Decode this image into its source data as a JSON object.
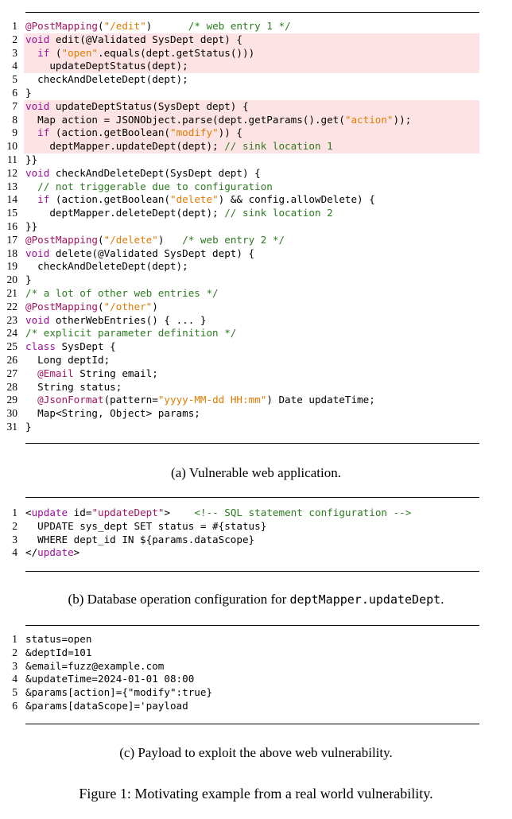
{
  "listing_a": [
    {
      "n": "1",
      "hl": false,
      "segs": [
        [
          "an",
          "@PostMapping"
        ],
        [
          "",
          "("
        ],
        [
          "str",
          "\"/edit\""
        ],
        [
          "",
          ")      "
        ],
        [
          "cm",
          "/* web entry 1 */"
        ]
      ]
    },
    {
      "n": "2",
      "hl": true,
      "segs": [
        [
          "kw",
          "void"
        ],
        [
          "",
          " edit(@Validated SysDept dept) {"
        ]
      ]
    },
    {
      "n": "3",
      "hl": true,
      "segs": [
        [
          "",
          "  "
        ],
        [
          "kw",
          "if"
        ],
        [
          "",
          " ("
        ],
        [
          "str",
          "\"open\""
        ],
        [
          "",
          ".equals(dept.getStatus()))"
        ]
      ]
    },
    {
      "n": "4",
      "hl": true,
      "segs": [
        [
          "",
          "    updateDeptStatus(dept);"
        ]
      ]
    },
    {
      "n": "5",
      "hl": false,
      "segs": [
        [
          "",
          "  checkAndDeleteDept(dept);"
        ]
      ]
    },
    {
      "n": "6",
      "hl": false,
      "segs": [
        [
          "",
          "}"
        ]
      ]
    },
    {
      "n": "7",
      "hl": true,
      "segs": [
        [
          "kw",
          "void"
        ],
        [
          "",
          " updateDeptStatus(SysDept dept) {"
        ]
      ]
    },
    {
      "n": "8",
      "hl": true,
      "segs": [
        [
          "",
          "  Map action = JSONObject.parse(dept.getParams().get("
        ],
        [
          "str",
          "\"action\""
        ],
        [
          "",
          "));"
        ]
      ]
    },
    {
      "n": "9",
      "hl": true,
      "segs": [
        [
          "",
          "  "
        ],
        [
          "kw",
          "if"
        ],
        [
          "",
          " (action.getBoolean("
        ],
        [
          "str",
          "\"modify\""
        ],
        [
          "",
          ")) {"
        ]
      ]
    },
    {
      "n": "10",
      "hl": true,
      "segs": [
        [
          "",
          "    deptMapper.updateDept(dept); "
        ],
        [
          "cm",
          "// sink location 1"
        ]
      ]
    },
    {
      "n": "11",
      "hl": false,
      "segs": [
        [
          "",
          "}}"
        ]
      ]
    },
    {
      "n": "12",
      "hl": false,
      "segs": [
        [
          "kw",
          "void"
        ],
        [
          "",
          " checkAndDeleteDept(SysDept dept) {"
        ]
      ]
    },
    {
      "n": "13",
      "hl": false,
      "segs": [
        [
          "",
          "  "
        ],
        [
          "cm",
          "// not triggerable due to configuration"
        ]
      ]
    },
    {
      "n": "14",
      "hl": false,
      "segs": [
        [
          "",
          "  "
        ],
        [
          "kw",
          "if"
        ],
        [
          "",
          " (action.getBoolean("
        ],
        [
          "str",
          "\"delete\""
        ],
        [
          "",
          ") && config.allowDelete) {"
        ]
      ]
    },
    {
      "n": "15",
      "hl": false,
      "segs": [
        [
          "",
          "    deptMapper.deleteDept(dept); "
        ],
        [
          "cm",
          "// sink location 2"
        ]
      ]
    },
    {
      "n": "16",
      "hl": false,
      "segs": [
        [
          "",
          "}}"
        ]
      ]
    },
    {
      "n": "17",
      "hl": false,
      "segs": [
        [
          "an",
          "@PostMapping"
        ],
        [
          "",
          "("
        ],
        [
          "str",
          "\"/delete\""
        ],
        [
          "",
          ")   "
        ],
        [
          "cm",
          "/* web entry 2 */"
        ]
      ]
    },
    {
      "n": "18",
      "hl": false,
      "segs": [
        [
          "kw",
          "void"
        ],
        [
          "",
          " delete(@Validated SysDept dept) {"
        ]
      ]
    },
    {
      "n": "19",
      "hl": false,
      "segs": [
        [
          "",
          "  checkAndDeleteDept(dept);"
        ]
      ]
    },
    {
      "n": "20",
      "hl": false,
      "segs": [
        [
          "",
          "}"
        ]
      ]
    },
    {
      "n": "21",
      "hl": false,
      "segs": [
        [
          "cm",
          "/* a lot of other web entries */"
        ]
      ]
    },
    {
      "n": "22",
      "hl": false,
      "segs": [
        [
          "an",
          "@PostMapping"
        ],
        [
          "",
          "("
        ],
        [
          "str",
          "\"/other\""
        ],
        [
          "",
          ")"
        ]
      ]
    },
    {
      "n": "23",
      "hl": false,
      "segs": [
        [
          "kw",
          "void"
        ],
        [
          "",
          " otherWebEntries() { ... }"
        ]
      ]
    },
    {
      "n": "24",
      "hl": false,
      "segs": [
        [
          "cm",
          "/* explicit parameter definition */"
        ]
      ]
    },
    {
      "n": "25",
      "hl": false,
      "segs": [
        [
          "kw",
          "class"
        ],
        [
          "",
          " SysDept {"
        ]
      ]
    },
    {
      "n": "26",
      "hl": false,
      "segs": [
        [
          "",
          "  Long deptId;"
        ]
      ]
    },
    {
      "n": "27",
      "hl": false,
      "segs": [
        [
          "",
          "  "
        ],
        [
          "an",
          "@Email"
        ],
        [
          "",
          " String email;"
        ]
      ]
    },
    {
      "n": "28",
      "hl": false,
      "segs": [
        [
          "",
          "  String status;"
        ]
      ]
    },
    {
      "n": "29",
      "hl": false,
      "segs": [
        [
          "",
          "  "
        ],
        [
          "an",
          "@JsonFormat"
        ],
        [
          "",
          "(pattern="
        ],
        [
          "str",
          "\"yyyy-MM-dd HH:mm\""
        ],
        [
          "",
          ") Date updateTime;"
        ]
      ]
    },
    {
      "n": "30",
      "hl": false,
      "segs": [
        [
          "",
          "  Map<String, Object> params;"
        ]
      ]
    },
    {
      "n": "31",
      "hl": false,
      "segs": [
        [
          "",
          "}"
        ]
      ]
    }
  ],
  "caption_a": "(a) Vulnerable web application.",
  "listing_b": [
    {
      "n": "1",
      "hl": false,
      "segs": [
        [
          "",
          "<"
        ],
        [
          "kw",
          "update"
        ],
        [
          "",
          " id="
        ],
        [
          "an",
          "\"updateDept\""
        ],
        [
          "",
          ">    "
        ],
        [
          "cm",
          "<!-- SQL statement configuration -->"
        ]
      ]
    },
    {
      "n": "2",
      "hl": false,
      "segs": [
        [
          "",
          "  UPDATE sys_dept SET status = #{status}"
        ]
      ]
    },
    {
      "n": "3",
      "hl": false,
      "segs": [
        [
          "",
          "  WHERE dept_id IN ${params.dataScope}"
        ]
      ]
    },
    {
      "n": "4",
      "hl": false,
      "segs": [
        [
          "",
          "</"
        ],
        [
          "kw",
          "update"
        ],
        [
          "",
          ">"
        ]
      ]
    }
  ],
  "caption_b": {
    "text": "(b) Database operation configuration for ",
    "code": "deptMapper.updateDept",
    "end": "."
  },
  "listing_c": [
    {
      "n": "1",
      "hl": false,
      "segs": [
        [
          "",
          "status=open"
        ]
      ]
    },
    {
      "n": "2",
      "hl": false,
      "segs": [
        [
          "",
          "&deptId=101"
        ]
      ]
    },
    {
      "n": "3",
      "hl": false,
      "segs": [
        [
          "",
          "&email=fuzz@example.com"
        ]
      ]
    },
    {
      "n": "4",
      "hl": false,
      "segs": [
        [
          "",
          "&updateTime=2024-01-01 08:00"
        ]
      ]
    },
    {
      "n": "5",
      "hl": false,
      "segs": [
        [
          "",
          "&params[action]={\"modify\":true}"
        ]
      ]
    },
    {
      "n": "6",
      "hl": false,
      "segs": [
        [
          "",
          "&params[dataScope]='payload"
        ]
      ]
    }
  ],
  "caption_c": "(c) Payload to exploit the above web vulnerability.",
  "figure_caption": "Figure 1: Motivating example from a real world vulnerability."
}
